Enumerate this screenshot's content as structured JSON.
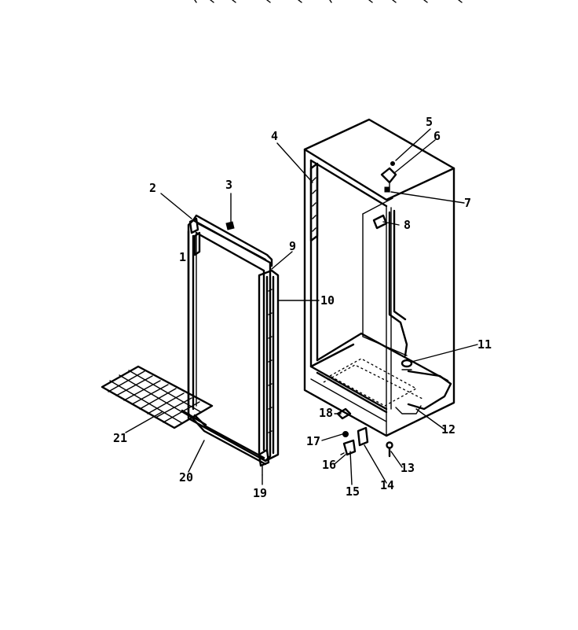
{
  "diagram": {
    "callouts": [
      {
        "id": "c1",
        "label": "1"
      },
      {
        "id": "c2",
        "label": "2"
      },
      {
        "id": "c3",
        "label": "3"
      },
      {
        "id": "c4",
        "label": "4"
      },
      {
        "id": "c5",
        "label": "5"
      },
      {
        "id": "c6",
        "label": "6"
      },
      {
        "id": "c7",
        "label": "7"
      },
      {
        "id": "c8",
        "label": "8"
      },
      {
        "id": "c9",
        "label": "9"
      },
      {
        "id": "c10",
        "label": "10"
      },
      {
        "id": "c11",
        "label": "11"
      },
      {
        "id": "c12",
        "label": "12"
      },
      {
        "id": "c13",
        "label": "13"
      },
      {
        "id": "c14",
        "label": "14"
      },
      {
        "id": "c15",
        "label": "15"
      },
      {
        "id": "c16",
        "label": "16"
      },
      {
        "id": "c17",
        "label": "17"
      },
      {
        "id": "c18",
        "label": "18"
      },
      {
        "id": "c19",
        "label": "19"
      },
      {
        "id": "c20",
        "label": "20"
      },
      {
        "id": "c21",
        "label": "21"
      }
    ]
  }
}
